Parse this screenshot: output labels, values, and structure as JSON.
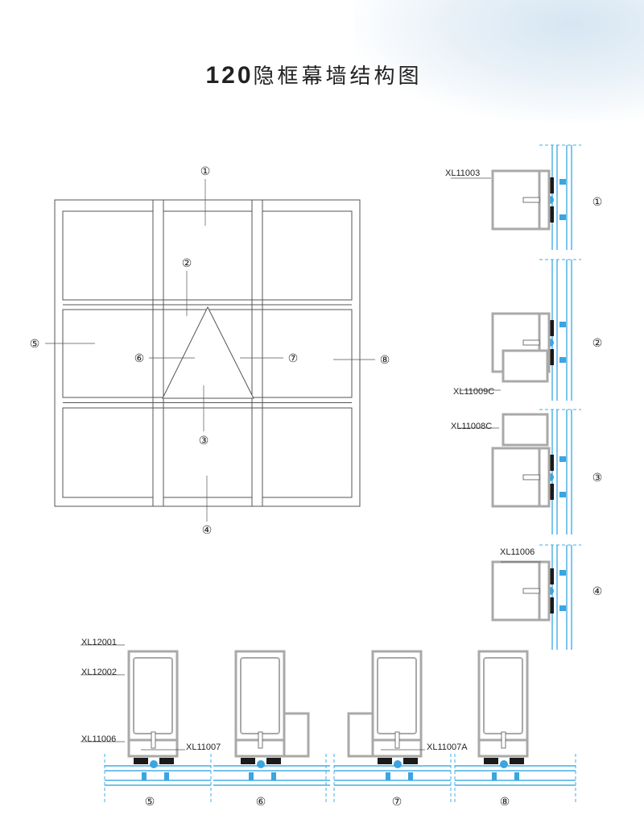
{
  "title": {
    "number": "120",
    "text": "隐框幕墙结构图"
  },
  "elevation": {
    "callouts": [
      "①",
      "②",
      "③",
      "④",
      "⑤",
      "⑥",
      "⑦",
      "⑧"
    ]
  },
  "side_details": [
    {
      "marker": "①",
      "part": "XL11003"
    },
    {
      "marker": "②",
      "part": "XL11009C"
    },
    {
      "marker": "③",
      "part": "XL11008C"
    },
    {
      "marker": "④",
      "part": "XL11006"
    }
  ],
  "bottom_details": [
    {
      "marker": "⑤",
      "parts": [
        "XL12001",
        "XL12002",
        "XL11006",
        "XL11007"
      ]
    },
    {
      "marker": "⑥",
      "parts": []
    },
    {
      "marker": "⑦",
      "parts": [
        "XL11007A"
      ]
    },
    {
      "marker": "⑧",
      "parts": []
    }
  ],
  "colors": {
    "profile": "#a9a9a9",
    "glass": "#45aee6",
    "gasket": "#1a1a1a",
    "spacer": "#3aa5e0"
  }
}
